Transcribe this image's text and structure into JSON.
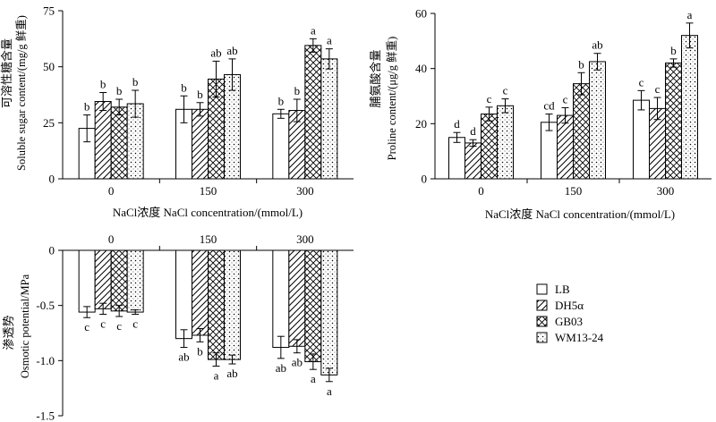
{
  "legend": [
    {
      "label": "LB",
      "pattern": "p-empty"
    },
    {
      "label": "DH5α",
      "pattern": "p-hatch"
    },
    {
      "label": "GB03",
      "pattern": "p-cross"
    },
    {
      "label": "WM13-24",
      "pattern": "p-dots"
    }
  ],
  "chart_data": [
    {
      "type": "bar",
      "ylabel_cn": "可溶性糖含量",
      "ylabel": "Soluble sugar content/(mg/g 鲜重)",
      "xlabel": "NaCl浓度 NaCl concentration/(mmol/L)",
      "categories": [
        "0",
        "150",
        "300"
      ],
      "ylim": [
        0,
        75
      ],
      "yticks": [
        0,
        25,
        50,
        75
      ],
      "series": [
        {
          "name": "LB",
          "values": [
            22.5,
            31,
            29
          ],
          "errors": [
            6,
            6,
            2
          ],
          "letters": [
            "b",
            "b",
            "b"
          ]
        },
        {
          "name": "DH5α",
          "values": [
            34.5,
            31,
            30.5
          ],
          "errors": [
            4,
            3,
            5
          ],
          "letters": [
            "b",
            "b",
            "b"
          ]
        },
        {
          "name": "GB03",
          "values": [
            32,
            44.5,
            59.5
          ],
          "errors": [
            3.5,
            8,
            3
          ],
          "letters": [
            "b",
            "ab",
            "a"
          ]
        },
        {
          "name": "WM13-24",
          "values": [
            33.5,
            46.5,
            53.5
          ],
          "errors": [
            6,
            7,
            4.5
          ],
          "letters": [
            "b",
            "ab",
            "a"
          ]
        }
      ]
    },
    {
      "type": "bar",
      "ylabel_cn": "脯氨酸含量",
      "ylabel": "Proline content/(μg/g 鲜重)",
      "xlabel": "NaCl浓度 NaCl concentration/(mmol/L)",
      "categories": [
        "0",
        "150",
        "300"
      ],
      "ylim": [
        0,
        60
      ],
      "yticks": [
        0,
        20,
        40,
        60
      ],
      "series": [
        {
          "name": "LB",
          "values": [
            15,
            20.5,
            28.5
          ],
          "errors": [
            1.8,
            3,
            3.5
          ],
          "letters": [
            "d",
            "cd",
            "c"
          ]
        },
        {
          "name": "DH5α",
          "values": [
            13,
            23,
            25.5
          ],
          "errors": [
            1.2,
            2.8,
            4
          ],
          "letters": [
            "d",
            "c",
            "c"
          ]
        },
        {
          "name": "GB03",
          "values": [
            23.5,
            34.5,
            42
          ],
          "errors": [
            2.5,
            4,
            1.5
          ],
          "letters": [
            "c",
            "b",
            "b"
          ]
        },
        {
          "name": "WM13-24",
          "values": [
            26.5,
            42.5,
            52
          ],
          "errors": [
            2.5,
            3,
            4.5
          ],
          "letters": [
            "c",
            "ab",
            "a"
          ]
        }
      ]
    },
    {
      "type": "bar",
      "ylabel_cn": "渗透势",
      "ylabel": "Osmotic potential/MPa",
      "categories": [
        "0",
        "150",
        "300"
      ],
      "ylim": [
        -1.5,
        0
      ],
      "yticks": [
        "-1.5",
        "-1.0",
        "-0.5",
        "0"
      ],
      "series": [
        {
          "name": "LB",
          "values": [
            -0.56,
            -0.8,
            -0.88
          ],
          "errors": [
            0.05,
            0.08,
            0.1
          ],
          "letters": [
            "c",
            "ab",
            "ab"
          ]
        },
        {
          "name": "DH5α",
          "values": [
            -0.53,
            -0.77,
            -0.87
          ],
          "errors": [
            0.05,
            0.06,
            0.06
          ],
          "letters": [
            "c",
            "b",
            "ab"
          ]
        },
        {
          "name": "GB03",
          "values": [
            -0.55,
            -0.99,
            -1.01
          ],
          "errors": [
            0.05,
            0.06,
            0.07
          ],
          "letters": [
            "c",
            "a",
            "a"
          ]
        },
        {
          "name": "WM13-24",
          "values": [
            -0.56,
            -0.99,
            -1.13
          ],
          "errors": [
            0.02,
            0.04,
            0.06
          ],
          "letters": [
            "c",
            "ab",
            "a"
          ]
        }
      ]
    }
  ]
}
